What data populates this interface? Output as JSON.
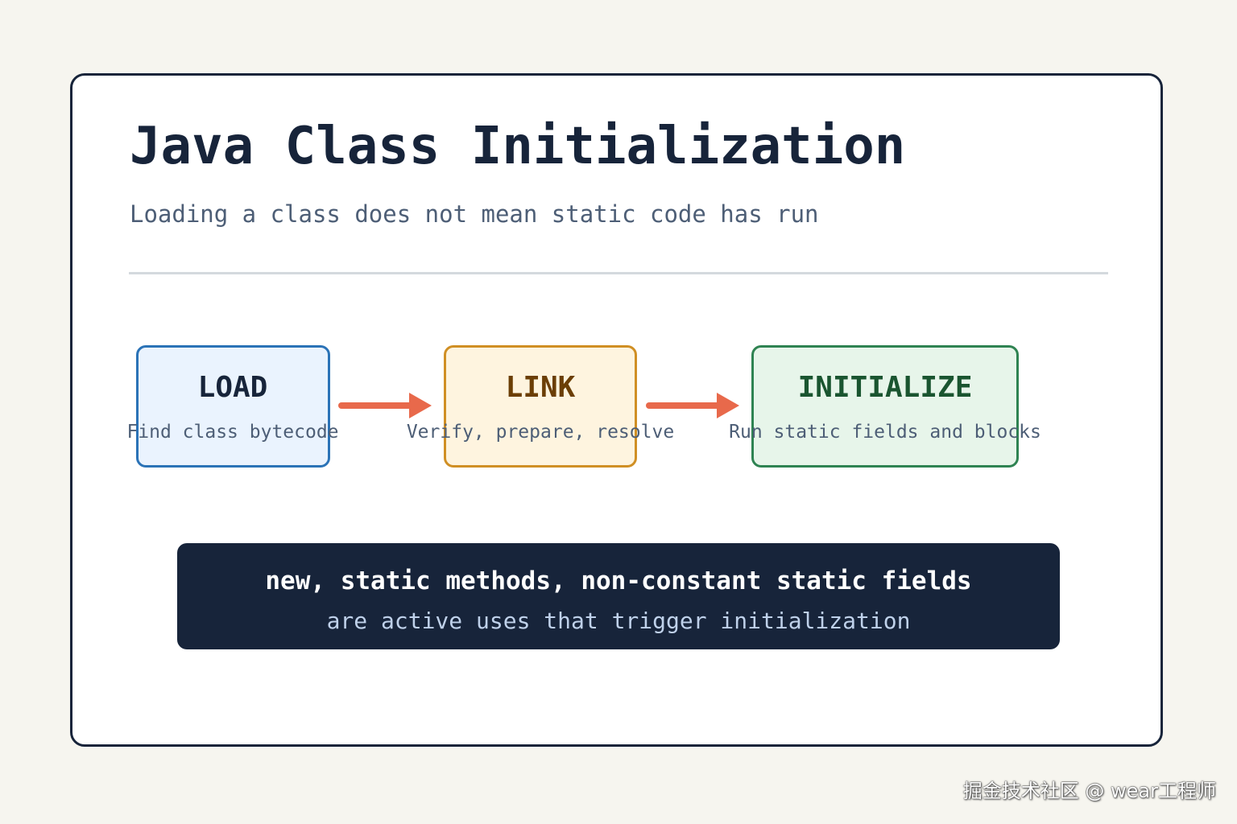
{
  "title": "Java Class Initialization",
  "subtitle": "Loading a class does not mean static code has run",
  "stages": [
    {
      "name": "LOAD",
      "description": "Find class bytecode",
      "fill": "#eaf3fe",
      "border": "#2b73b7",
      "text_color": "#17243a"
    },
    {
      "name": "LINK",
      "description": "Verify, prepare, resolve",
      "fill": "#fef4df",
      "border": "#d08f24",
      "text_color": "#6b3e05"
    },
    {
      "name": "INITIALIZE",
      "description": "Run static fields and blocks",
      "fill": "#e7f5ea",
      "border": "#2f8352",
      "text_color": "#1a5530"
    }
  ],
  "arrow_color": "#e8694b",
  "banner": {
    "line1": "new, static methods, non-constant static fields",
    "line2": "are active uses that trigger initialization",
    "background": "#17243a"
  },
  "watermark": "掘金技术社区 @ wear工程师"
}
